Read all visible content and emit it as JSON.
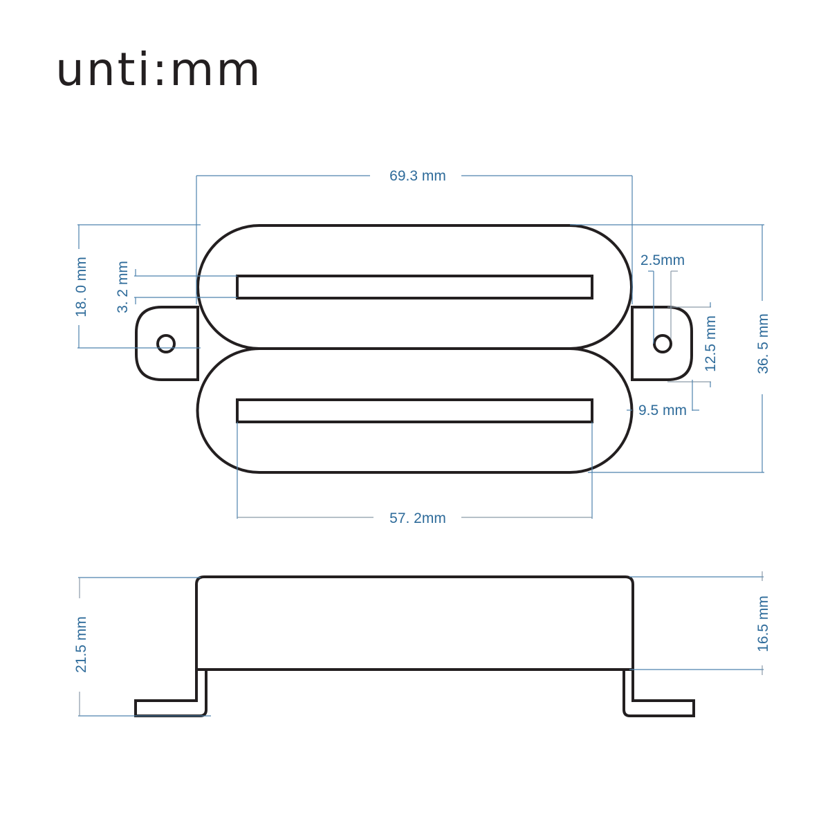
{
  "title": "unti:mm",
  "colors": {
    "outline": "#231f20",
    "dimension_line": "#4d82ad",
    "dimension_text": "#2e6b9a",
    "background": "#ffffff"
  },
  "top_view": {
    "label": "top view of dual-rail humbucker pickup",
    "dimensions": {
      "overall_width": "69.3 mm",
      "rail_length": "57. 2mm",
      "coil_width": "18. 0 mm",
      "rail_width": "3. 2 mm",
      "mount_hole_diameter": "2.5mm",
      "mount_tab_height": "12.5 mm",
      "mount_tab_width": "9.5 mm",
      "overall_height": "36. 5 mm"
    }
  },
  "side_view": {
    "label": "side view of pickup with mounting tabs",
    "dimensions": {
      "total_height": "21.5 mm",
      "cover_height": "16.5 mm"
    }
  }
}
